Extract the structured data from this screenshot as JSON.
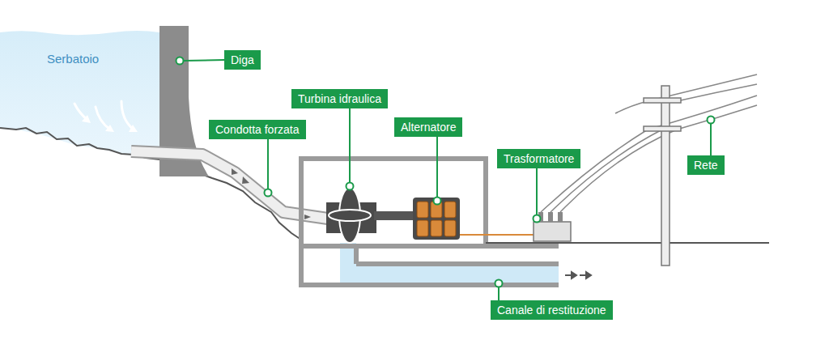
{
  "diagram": {
    "nodes": [
      {
        "text": [
          "Diga"
        ]
      },
      {
        "text": [
          "Turbina idraulica"
        ]
      },
      {
        "text": [
          "Condotta forzata"
        ]
      },
      {
        "text": [
          "Alternatore"
        ]
      },
      {
        "text": [
          "Trasformatore"
        ]
      },
      {
        "text": [
          "Rete"
        ]
      },
      {
        "text": [
          "Canale di restituzione"
        ]
      }
    ],
    "labels": [
      "Serbatoio"
    ]
  }
}
